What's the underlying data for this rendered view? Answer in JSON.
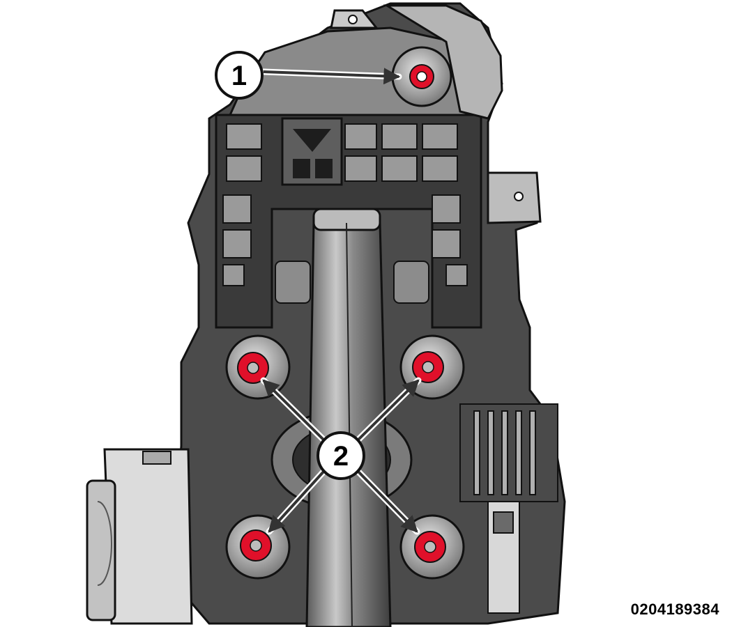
{
  "callouts": [
    {
      "number": "1"
    },
    {
      "number": "2"
    }
  ],
  "figure_id": "0204189384",
  "colors": {
    "fastener": "#e0102a",
    "housing_dark": "#3a3a3a",
    "housing_mid": "#6b6b6b",
    "housing_light": "#b8b8b8",
    "outline": "#111111"
  }
}
